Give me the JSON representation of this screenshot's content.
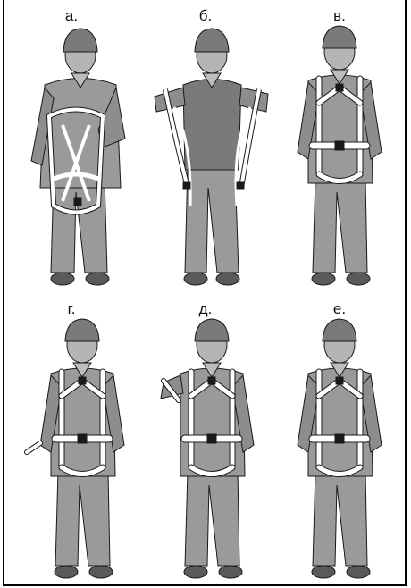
{
  "panels": [
    {
      "label": "а."
    },
    {
      "label": "б."
    },
    {
      "label": "в."
    },
    {
      "label": "г."
    },
    {
      "label": "д."
    },
    {
      "label": "е."
    }
  ],
  "colors": {
    "body": "#9a9a9a",
    "body_dark": "#6b6b6b",
    "shoes": "#5a5a5a",
    "strap": "#ffffff",
    "outline": "#1a1a1a",
    "vest": "#7a7a7a"
  }
}
